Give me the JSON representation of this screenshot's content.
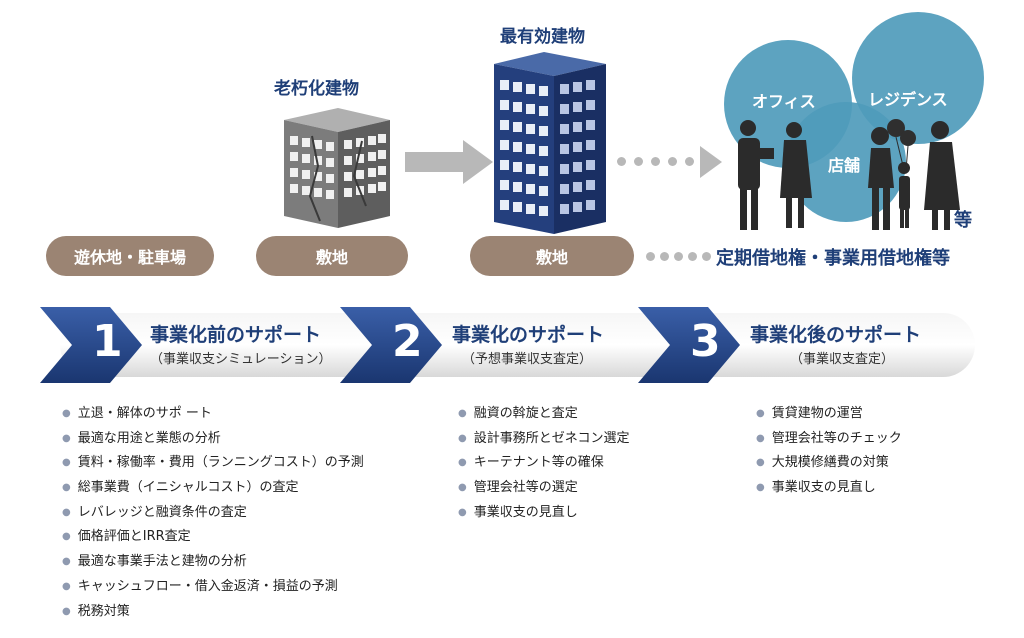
{
  "top": {
    "old_building_title": "老朽化建物",
    "best_building_title": "最有効建物",
    "pill_vacant": "遊休地・駐車場",
    "pill_site_1": "敷地",
    "pill_site_2": "敷地",
    "circle_office": "オフィス",
    "circle_residence": "レジデンス",
    "circle_shop": "店舗",
    "etc_label": "等",
    "lease_label": "定期借地権・事業用借地権等"
  },
  "steps": [
    {
      "number": "1",
      "title": "事業化前のサポート",
      "subtitle": "（事業収支シミュレーション）"
    },
    {
      "number": "2",
      "title": "事業化のサポート",
      "subtitle": "（予想事業収支査定）"
    },
    {
      "number": "3",
      "title": "事業化後のサポート",
      "subtitle": "（事業収支査定）"
    }
  ],
  "lists": {
    "col1": [
      "立退・解体のサポ ート",
      "最適な用途と業態の分析",
      "賃料・稼働率・費用（ランニングコスト）の予測",
      "総事業費（イニシャルコスト）の査定",
      "レバレッジと融資条件の査定",
      "価格評価とIRR査定",
      "最適な事業手法と建物の分析",
      "キャッシュフロー・借入金返済・損益の予測",
      "税務対策"
    ],
    "col2": [
      "融資の斡旋と査定",
      "設計事務所とゼネコン選定",
      "キーテナント等の確保",
      "管理会社等の選定",
      "事業収支の見直し"
    ],
    "col3": [
      "賃貸建物の運営",
      "管理会社等のチェック",
      "大規模修繕費の対策",
      "事業収支の見直し"
    ]
  },
  "colors": {
    "navy": "#1f3f78",
    "pill_brown": "#9b8473",
    "circle_blue": "#4f9bbb",
    "gray_building": "#8a8a8a"
  }
}
